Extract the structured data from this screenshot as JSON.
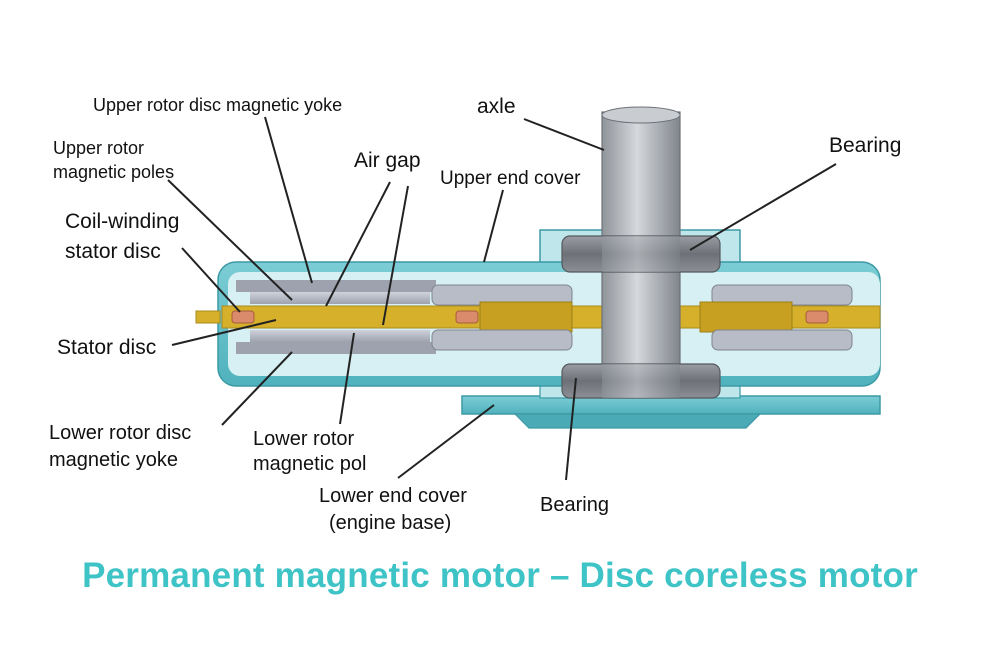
{
  "labels": {
    "upper_yoke": "Upper rotor disc magnetic yoke",
    "upper_poles_line1": "Upper rotor",
    "upper_poles_line2": "magnetic poles",
    "air_gap": "Air gap",
    "axle": "axle",
    "upper_end_cover": "Upper end cover",
    "bearing_top": "Bearing",
    "coil_line1": "Coil-winding",
    "coil_line2": "stator disc",
    "stator_disc": "Stator disc",
    "lower_yoke_line1": "Lower rotor disc",
    "lower_yoke_line2": "magnetic yoke",
    "lower_pole_line1": "Lower rotor",
    "lower_pole_line2": "magnetic pol",
    "lower_cover_line1": "Lower end cover",
    "lower_cover_line2": "(engine base)",
    "bearing_bottom": "Bearing"
  },
  "caption": "Permanent magnetic motor – Disc coreless motor",
  "colors": {
    "caption": "#3ec3c6",
    "housing": "#5fbfc8",
    "housing_light": "#bfe6ea",
    "stator": "#d6b02a",
    "rotor": "#b9bcc7",
    "shaft": "#a8acb2",
    "bearing": "#7b7f85"
  }
}
